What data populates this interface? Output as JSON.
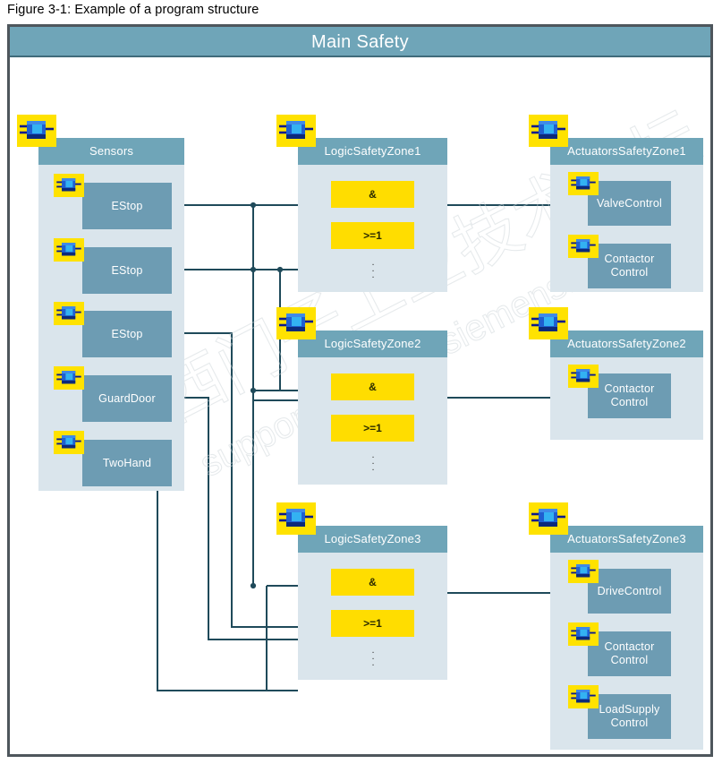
{
  "caption": "Figure 3-1: Example of a program structure",
  "frame": {
    "title": "Main Safety",
    "accent": "#6fa5b8",
    "panel_bg": "#dae5ec",
    "block_bg": "#6d9cb3",
    "logic_bg": "#ffdd00",
    "icon_bg": "#ffe200",
    "wire_color": "#1f4a5a",
    "border": "#4e565c"
  },
  "groups": [
    {
      "id": "sensors",
      "title": "Sensors",
      "icon": "fb-block-icon",
      "children": [
        {
          "label": "EStop",
          "icon": "fb-block-icon"
        },
        {
          "label": "EStop",
          "icon": "fb-block-icon"
        },
        {
          "label": "EStop",
          "icon": "fb-block-icon"
        },
        {
          "label": "GuardDoor",
          "icon": "fb-block-icon"
        },
        {
          "label": "TwoHand",
          "icon": "fb-block-icon"
        }
      ]
    },
    {
      "id": "logic1",
      "title": "LogicSafetyZone1",
      "icon": "fb-block-icon",
      "logic": [
        {
          "label": "&"
        },
        {
          "label": ">=1"
        }
      ],
      "continuation": "vertical-ellipsis"
    },
    {
      "id": "logic2",
      "title": "LogicSafetyZone2",
      "icon": "fb-block-icon",
      "logic": [
        {
          "label": "&"
        },
        {
          "label": ">=1"
        }
      ],
      "continuation": "vertical-ellipsis"
    },
    {
      "id": "logic3",
      "title": "LogicSafetyZone3",
      "icon": "fb-block-icon",
      "logic": [
        {
          "label": "&"
        },
        {
          "label": ">=1"
        }
      ],
      "continuation": "vertical-ellipsis"
    },
    {
      "id": "act1",
      "title": "ActuatorsSafetyZone1",
      "icon": "fb-block-icon",
      "children": [
        {
          "label": "ValveControl",
          "icon": "fb-block-icon"
        },
        {
          "label": "Contactor\nControl",
          "icon": "fb-block-icon"
        }
      ]
    },
    {
      "id": "act2",
      "title": "ActuatorsSafetyZone2",
      "icon": "fb-block-icon",
      "children": [
        {
          "label": "Contactor\nControl",
          "icon": "fb-block-icon"
        }
      ]
    },
    {
      "id": "act3",
      "title": "ActuatorsSafetyZone3",
      "icon": "fb-block-icon",
      "children": [
        {
          "label": "DriveControl",
          "icon": "fb-block-icon"
        },
        {
          "label": "Contactor\nControl",
          "icon": "fb-block-icon"
        },
        {
          "label": "LoadSupply\nControl",
          "icon": "fb-block-icon"
        }
      ]
    }
  ],
  "labels": {
    "sensors_title": "Sensors",
    "logic1_title": "LogicSafetyZone1",
    "logic2_title": "LogicSafetyZone2",
    "logic3_title": "LogicSafetyZone3",
    "act1_title": "ActuatorsSafetyZone1",
    "act2_title": "ActuatorsSafetyZone2",
    "act3_title": "ActuatorsSafetyZone3",
    "estop1": "EStop",
    "estop2": "EStop",
    "estop3": "EStop",
    "guarddoor": "GuardDoor",
    "twohand": "TwoHand",
    "and_gate": "&",
    "or_gate": ">=1",
    "valvecontrol": "ValveControl",
    "contactor_l1": "Contactor",
    "contactor_l2": "Control",
    "drivecontrol": "DriveControl",
    "loadsupply_l1": "LoadSupply",
    "loadsupply_l2": "Control"
  },
  "watermark": {
    "line1": "西门子工业技术论坛",
    "line2": "support.industry.siemens.com/cs"
  }
}
